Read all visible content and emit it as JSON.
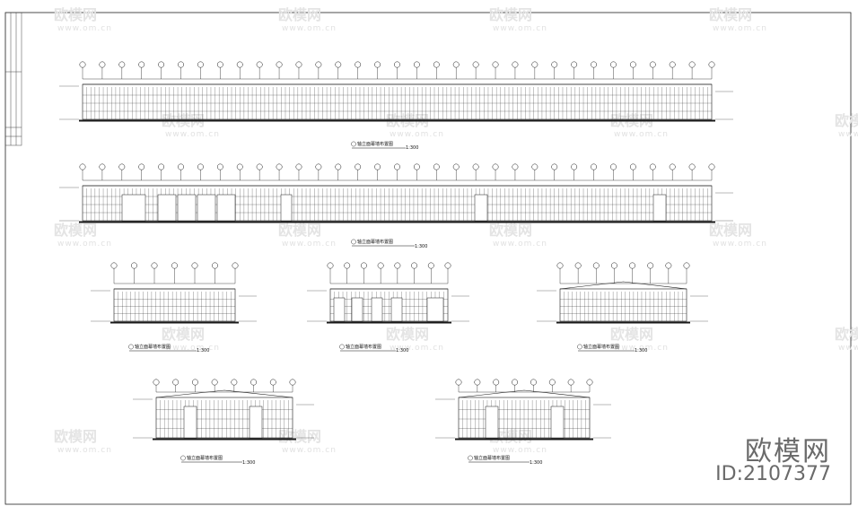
{
  "watermark": {
    "brand": "欧模网",
    "url": "www.om.cn"
  },
  "drawings": [
    {
      "caption": "轴立面幕墙布置图",
      "scale": "1:300"
    },
    {
      "caption": "轴立面幕墙布置图",
      "scale": "1:300"
    },
    {
      "caption": "轴立面幕墙布置图",
      "scale": "1:300"
    },
    {
      "caption": "轴立面幕墙布置图",
      "scale": "1:300"
    },
    {
      "caption": "轴立面幕墙布置图",
      "scale": "1:300"
    },
    {
      "caption": "轴立面幕墙布置图",
      "scale": "1:300"
    },
    {
      "caption": "轴立面幕墙布置图",
      "scale": "1:300"
    }
  ],
  "brand_logo": "欧模网",
  "brand_id": "ID:2107377"
}
